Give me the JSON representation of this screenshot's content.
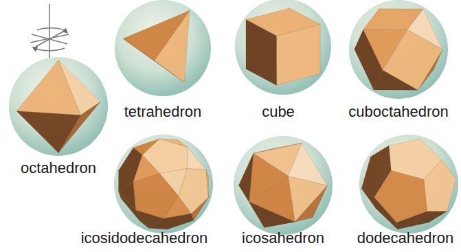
{
  "diagram": {
    "labels": [
      "tetrahedron",
      "cube",
      "cuboctahedron",
      "octahedron",
      "icosidodecahedron",
      "icosahedron",
      "dodecahedron"
    ]
  }
}
